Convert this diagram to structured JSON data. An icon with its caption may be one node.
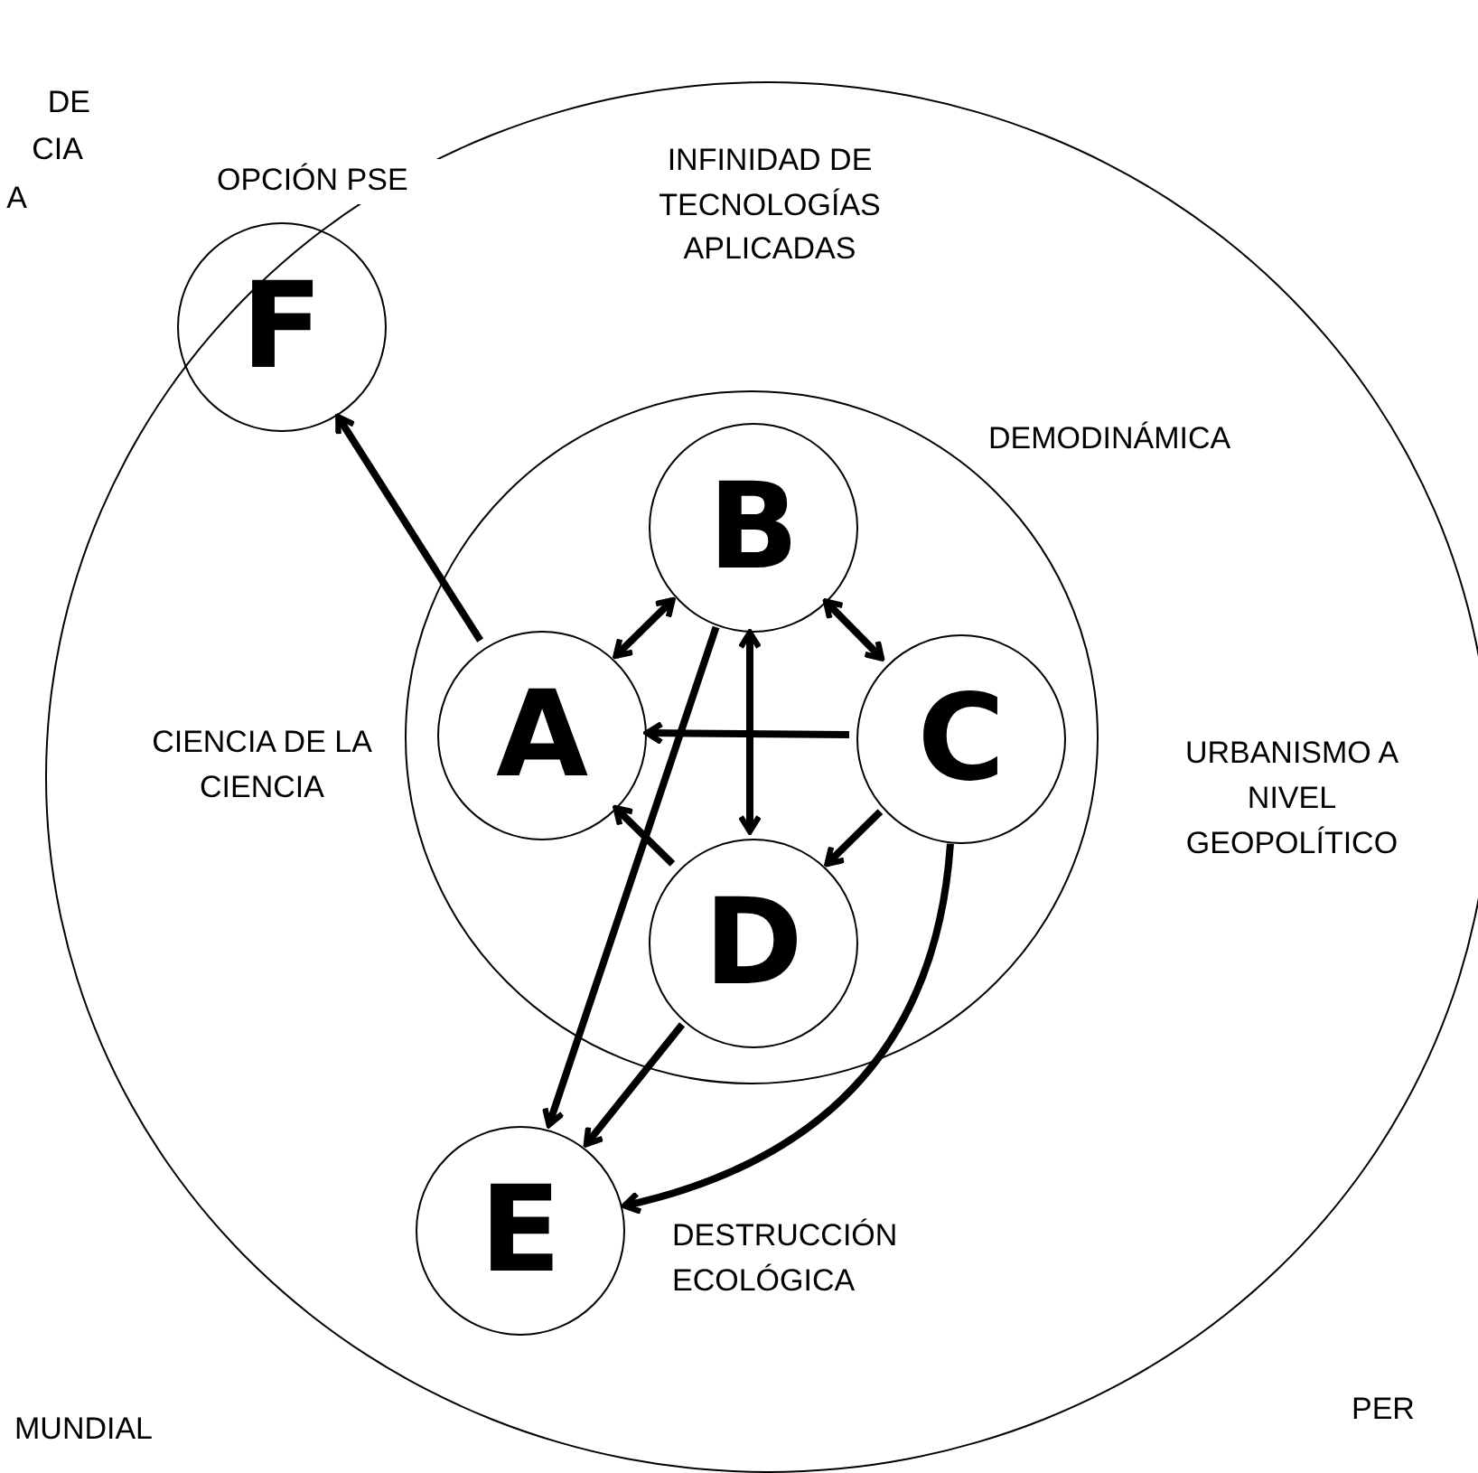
{
  "diagram": {
    "nodes": [
      {
        "text": [
          "INFINIDAD DE TECNOLOGÍAS APLICADAS"
        ]
      },
      {
        "text": [
          "DEMODINÁMICA"
        ],
        "in": 0
      },
      {
        "text": [
          "F"
        ],
        "in": 0,
        "beside": [
          "OPCIÓN PSE"
        ]
      },
      {
        "text": [
          "B"
        ],
        "in": 1
      },
      {
        "text": [
          "A"
        ],
        "in": 1
      },
      {
        "text": [
          "C"
        ],
        "in": 1
      },
      {
        "text": [
          "D"
        ],
        "in": 1
      },
      {
        "text": [
          "E"
        ],
        "in": 0,
        "beside": [
          "DESTRUCCIÓN ECOLÓGICA"
        ]
      }
    ],
    "edges": [
      {
        "from": 4,
        "to": 2,
        "arrow": "to"
      },
      {
        "from": 4,
        "to": 3,
        "arrow": "both"
      },
      {
        "from": 3,
        "to": 5,
        "arrow": "both"
      },
      {
        "from": 3,
        "to": 6,
        "arrow": "both"
      },
      {
        "from": 5,
        "to": 4,
        "arrow": "to"
      },
      {
        "from": 5,
        "to": 6,
        "arrow": "to"
      },
      {
        "from": 6,
        "to": 4,
        "arrow": "to"
      },
      {
        "from": 3,
        "to": 7,
        "arrow": "to"
      },
      {
        "from": 6,
        "to": 7,
        "arrow": "to"
      },
      {
        "from": 5,
        "to": 7,
        "arrow": "to"
      }
    ],
    "labels": [
      "DE",
      "CIA",
      "A",
      "CIENCIA DE LA CIENCIA",
      "URBANISMO A NIVEL GEOPOLÍTICO",
      "MUNDIAL",
      "PER"
    ]
  }
}
